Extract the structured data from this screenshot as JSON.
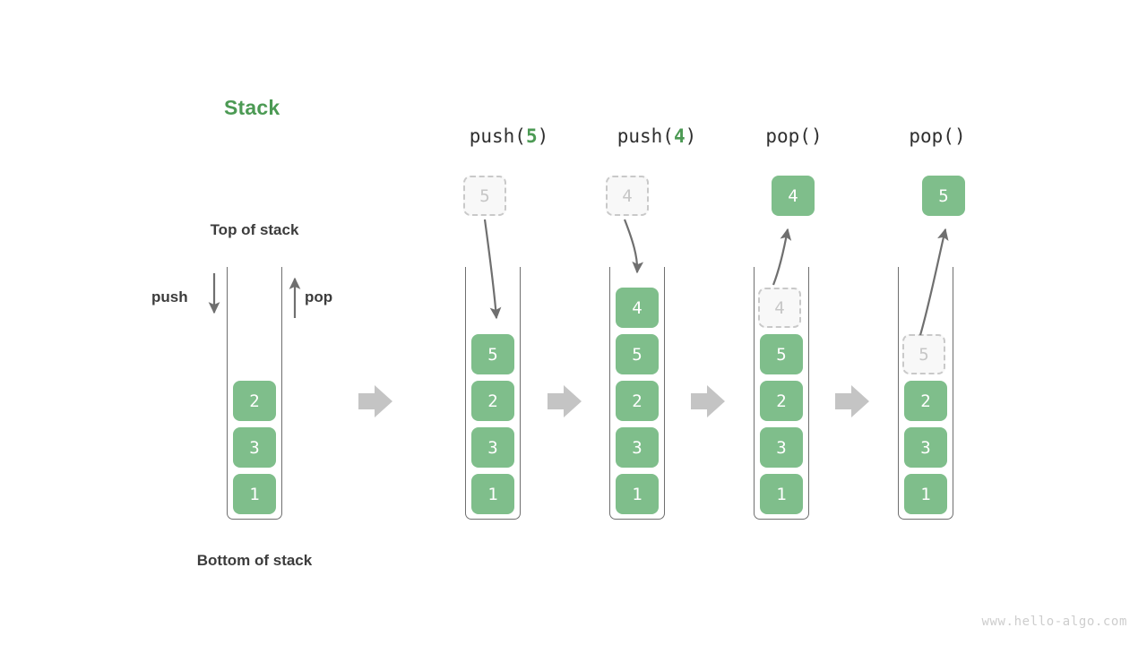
{
  "diagram": {
    "title": "Stack",
    "title_color": "#4C9A54",
    "accent_color": "#7FBE8B",
    "ghost_color": "#C6C6C6",
    "arrow_color": "#6F6F6F",
    "transition_arrow_color": "#C4C4C4",
    "watermark": "www.hello-algo.com",
    "labels": {
      "top_of_stack": "Top of stack",
      "bottom_of_stack": "Bottom of stack",
      "push": "push",
      "pop": "pop"
    },
    "columns": [
      {
        "id": "initial",
        "caption": "",
        "caption_arg": "",
        "external_box": null,
        "stack": [
          {
            "value": "2",
            "state": "filled"
          },
          {
            "value": "3",
            "state": "filled"
          },
          {
            "value": "1",
            "state": "filled"
          }
        ]
      },
      {
        "id": "push-5",
        "caption_prefix": "push(",
        "caption_arg": "5",
        "caption_suffix": ")",
        "external_box": {
          "value": "5",
          "state": "ghost"
        },
        "stack": [
          {
            "value": "5",
            "state": "filled"
          },
          {
            "value": "2",
            "state": "filled"
          },
          {
            "value": "3",
            "state": "filled"
          },
          {
            "value": "1",
            "state": "filled"
          }
        ]
      },
      {
        "id": "push-4",
        "caption_prefix": "push(",
        "caption_arg": "4",
        "caption_suffix": ")",
        "external_box": {
          "value": "4",
          "state": "ghost"
        },
        "stack": [
          {
            "value": "4",
            "state": "filled"
          },
          {
            "value": "5",
            "state": "filled"
          },
          {
            "value": "2",
            "state": "filled"
          },
          {
            "value": "3",
            "state": "filled"
          },
          {
            "value": "1",
            "state": "filled"
          }
        ]
      },
      {
        "id": "pop-1",
        "caption_prefix": "pop(",
        "caption_arg": "",
        "caption_suffix": ")",
        "external_box": {
          "value": "4",
          "state": "filled"
        },
        "stack": [
          {
            "value": "4",
            "state": "ghost"
          },
          {
            "value": "5",
            "state": "filled"
          },
          {
            "value": "2",
            "state": "filled"
          },
          {
            "value": "3",
            "state": "filled"
          },
          {
            "value": "1",
            "state": "filled"
          }
        ]
      },
      {
        "id": "pop-2",
        "caption_prefix": "pop(",
        "caption_arg": "",
        "caption_suffix": ")",
        "external_box": {
          "value": "5",
          "state": "filled"
        },
        "stack": [
          {
            "value": "5",
            "state": "ghost"
          },
          {
            "value": "2",
            "state": "filled"
          },
          {
            "value": "3",
            "state": "filled"
          },
          {
            "value": "1",
            "state": "filled"
          }
        ]
      }
    ]
  }
}
